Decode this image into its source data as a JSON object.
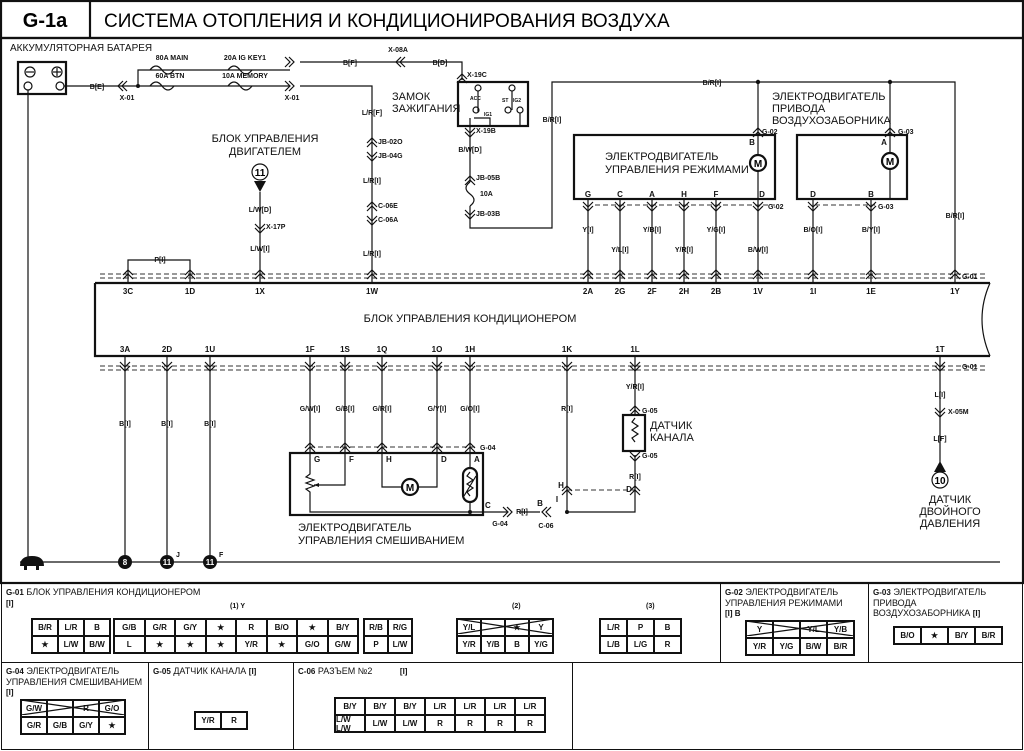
{
  "header": {
    "code": "G-1a",
    "title": "СИСТЕМА ОТОПЛЕНИЯ И КОНДИЦИОНИРОВАНИЯ ВОЗДУХА"
  },
  "components": {
    "battery": "АККУМУЛЯТОРНАЯ БАТАРЕЯ",
    "ignition_switch": [
      "ЗАМОК",
      "ЗАЖИГАНИЯ"
    ],
    "ignition_terminals": [
      "ACC",
      "IG1",
      "ST",
      "IG2"
    ],
    "ecm": [
      "БЛОК УПРАВЛЕНИЯ",
      "ДВИГАТЕЛЕМ"
    ],
    "mode_motor": [
      "ЭЛЕКТРОДВИГАТЕЛЬ",
      "УПРАВЛЕНИЯ РЕЖИМАМИ"
    ],
    "intake_motor": [
      "ЭЛЕКТРОДВИГАТЕЛЬ",
      "ПРИВОДА",
      "ВОЗДУХОЗАБОРНИКА"
    ],
    "ac_control": "БЛОК УПРАВЛЕНИЯ КОНДИЦИОНЕРОМ",
    "mix_motor": [
      "ЭЛЕКТРОДВИГАТЕЛЬ",
      "УПРАВЛЕНИЯ СМЕШИВАНИЕМ"
    ],
    "duct_sensor": [
      "ДАТЧИК",
      "КАНАЛА"
    ],
    "dual_pressure": [
      "ДАТЧИК",
      "ДВОЙНОГО",
      "ДАВЛЕНИЯ"
    ],
    "motor_symbol": "M"
  },
  "fuses": {
    "main": "80A MAIN",
    "ig_key1": "20A IG KEY1",
    "btn": "60A BTN",
    "memory": "10A MEMORY",
    "f10": "10A"
  },
  "refs": {
    "ecm": "11",
    "dual_pressure": "10",
    "ground_8": "8",
    "ground_11j": "11",
    "ground_11f": "11",
    "j": "J",
    "f": "F"
  },
  "wires": [
    "B[E]",
    "X-01",
    "X-01",
    "B[F]",
    "X-08A",
    "B[D]",
    "X-19C",
    "L/R[F]",
    "JB-02O",
    "JB-04G",
    "L/R[I]",
    "C-06E",
    "C-06A",
    "L/R[I]",
    "X-19B",
    "B/W[D]",
    "JB-05B",
    "JB-03B",
    "B/R[I]",
    "B/R[I]",
    "B/R[I]",
    "G-02",
    "G-03",
    "G-02",
    "G-03",
    "Y[I]",
    "Y/L[I]",
    "Y/B[I]",
    "Y/R[I]",
    "Y/G[I]",
    "B/W[I]",
    "B/O[I]",
    "B/Y[I]",
    "L/W[D]",
    "X-17P",
    "L/W[I]",
    "P[I]",
    "G-01",
    "B[I]",
    "B[I]",
    "B[I]",
    "G/W[I]",
    "G/B[I]",
    "G/R[I]",
    "G/Y[I]",
    "G/O[I]",
    "G-04",
    "G-04",
    "R[I]",
    "C-06",
    "R[I]",
    "Y/R[I]",
    "G-05",
    "G-05",
    "R[I]",
    "G-01",
    "L[I]",
    "X-05M",
    "L[F]"
  ],
  "pins": {
    "ecu_top": [
      "3C",
      "1D",
      "1X",
      "1W",
      "2A",
      "2G",
      "2F",
      "2H",
      "2B",
      "1V",
      "1I",
      "1E",
      "1Y"
    ],
    "ecu_bottom": [
      "3A",
      "2D",
      "1U",
      "1F",
      "1S",
      "1Q",
      "1O",
      "1H",
      "1K",
      "1L",
      "1T"
    ],
    "mode_motor": [
      "G",
      "C",
      "A",
      "H",
      "F",
      "D",
      "B"
    ],
    "intake_motor": [
      "D",
      "B",
      "A"
    ],
    "mix_motor": [
      "G",
      "F",
      "H",
      "D",
      "A",
      "C"
    ],
    "c06": [
      "B",
      "I",
      "H",
      "D"
    ]
  },
  "connector_tables": {
    "g01": {
      "code": "G-01",
      "title": "БЛОК УПРАВЛЕНИЯ КОНДИЦИОНЕРОМ",
      "tag": "[I]",
      "sub1": "(1) Y",
      "sub2": "(2)",
      "sub3": "(3)",
      "part1a": [
        [
          "B/R",
          "L/R",
          "B"
        ],
        [
          "★",
          "L/W",
          "B/W"
        ]
      ],
      "part1b": [
        [
          "G/B",
          "G/R",
          "G/Y",
          "★",
          "R",
          "B/O",
          "★",
          "B/Y"
        ],
        [
          "L",
          "★",
          "★",
          "★",
          "Y/R",
          "★",
          "G/O",
          "G/W"
        ]
      ],
      "part1c": [
        [
          "R/B",
          "R/G"
        ],
        [
          "P",
          "L/W"
        ]
      ],
      "part2": [
        [
          "Y/L",
          "X",
          "★",
          "Y"
        ],
        [
          "Y/R",
          "Y/B",
          "B",
          "Y/G"
        ]
      ],
      "part3": [
        [
          "L/R",
          "P",
          "B"
        ],
        [
          "L/B",
          "L/G",
          "R"
        ]
      ]
    },
    "g02": {
      "code": "G-02",
      "title": "ЭЛЕКТРОДВИГАТЕЛЬ УПРАВЛЕНИЯ РЕЖИМАМИ",
      "tag": "[I] B",
      "cells": [
        [
          "Y",
          "X",
          "Y/L",
          "Y/B"
        ],
        [
          "Y/R",
          "Y/G",
          "B/W",
          "B/R"
        ]
      ]
    },
    "g03": {
      "code": "G-03",
      "title": "ЭЛЕКТРОДВИГАТЕЛЬ ПРИВОДА ВОЗДУХОЗАБОРНИКА",
      "tag": "[I]",
      "cells": [
        [
          "B/O",
          "★",
          "B/Y",
          "B/R"
        ]
      ]
    },
    "g04": {
      "code": "G-04",
      "title": "ЭЛЕКТРОДВИГАТЕЛЬ УПРАВЛЕНИЯ СМЕШИВАНИЕМ",
      "tag": "[I]",
      "cells": [
        [
          "G/W",
          "X",
          "R",
          "G/O"
        ],
        [
          "G/R",
          "G/B",
          "G/Y",
          "★"
        ]
      ]
    },
    "g05": {
      "code": "G-05",
      "title": "ДАТЧИК КАНАЛА",
      "tag": "[I]",
      "cells": [
        [
          "Y/R",
          "R"
        ]
      ]
    },
    "c06": {
      "code": "C-06",
      "title": "РАЗЪЕМ №2",
      "tag": "[I]",
      "cells": [
        [
          "B/Y",
          "B/Y",
          "B/Y",
          "L/R",
          "L/R",
          "L/R",
          "L/R"
        ],
        [
          "L/W L/W",
          "L/W",
          "L/W",
          "R",
          "R",
          "R",
          "R"
        ]
      ]
    }
  }
}
